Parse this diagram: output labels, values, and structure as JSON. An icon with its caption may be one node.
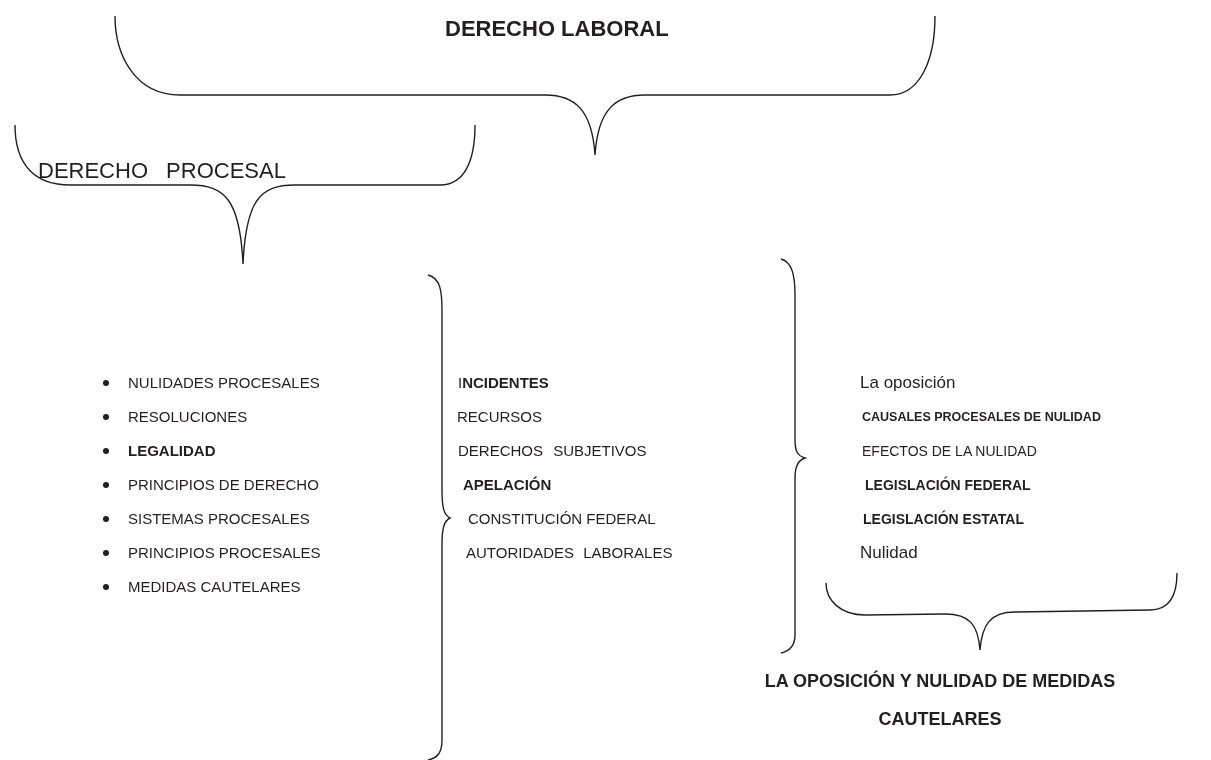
{
  "diagram": {
    "title": "DERECHO LABORAL",
    "labels": [
      "DERECHO PROCESAL",
      "NULIDADES PROCESALES",
      "I**NCIDENTES**",
      "La oposición",
      "RESOLUCIONES",
      "RECURSOS",
      "CAUSALES PROCESALES DE NULIDAD",
      "LEGALIDAD",
      "DERECHOS SUBJETIVOS",
      "EFECTOS DE LA NULIDAD",
      "PRINCIPIOS DE DERECHO",
      "APELACIÓN",
      "LEGISLACIÓN FEDERAL",
      "SISTEMAS PROCESALES",
      "CONSTITUCIÓN FEDERAL",
      "LEGISLACIÓN ESTATAL",
      "PRINCIPIOS PROCESALES",
      "AUTORIDADES LABORALES",
      "Nulidad",
      "MEDIDAS CAUTELARES",
      "LA OPOSICIÓN Y NULIDAD DE MEDIDAS CAUTELARES"
    ]
  }
}
